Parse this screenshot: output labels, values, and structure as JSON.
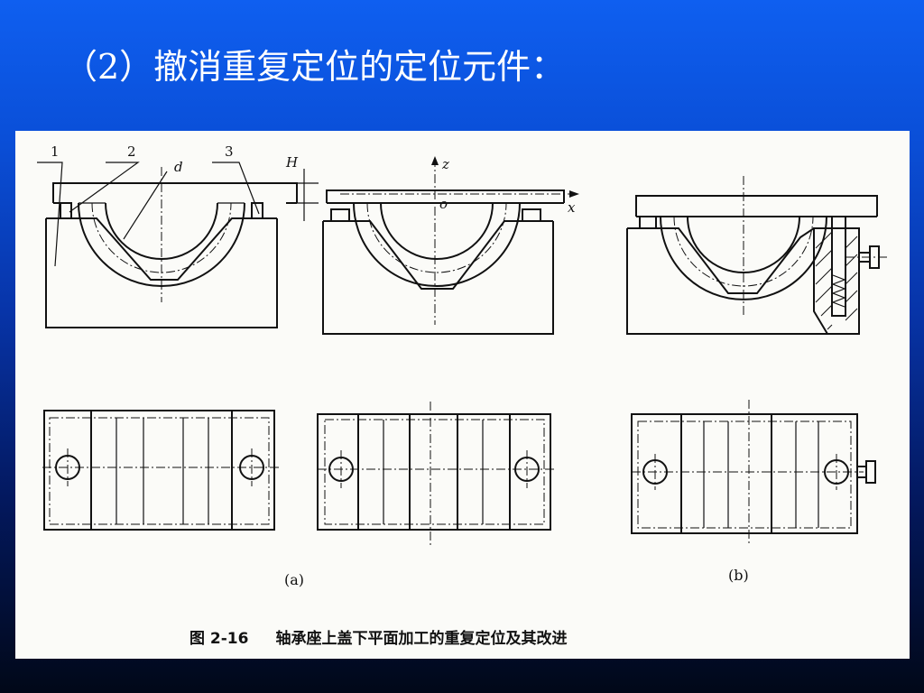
{
  "slide": {
    "title": "（2）撤消重复定位的定位元件："
  },
  "figure": {
    "labels": {
      "part1": "1",
      "part2": "2",
      "part3": "3",
      "dim_d": "d",
      "dim_h": "H",
      "axis_z": "z",
      "axis_x": "x",
      "origin": "o"
    },
    "sub_a": "(a)",
    "sub_b": "(b)",
    "caption_number": "图 2-16",
    "caption_text": "轴承座上盖下平面加工的重复定位及其改进"
  }
}
